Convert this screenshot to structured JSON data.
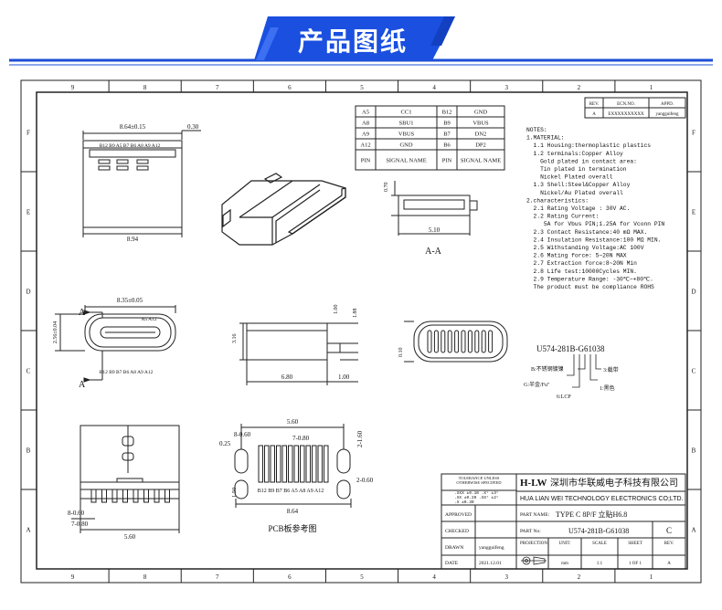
{
  "banner": {
    "title": "产品图纸"
  },
  "border": {
    "columns": [
      "9",
      "8",
      "7",
      "6",
      "5",
      "4",
      "3",
      "2",
      "1"
    ],
    "rows": [
      "F",
      "E",
      "D",
      "C",
      "B",
      "A"
    ]
  },
  "revision": {
    "headers": [
      "REV.",
      "ECN.NO.",
      "APPD."
    ],
    "row": [
      "A",
      "EXXXXXXXXXX",
      "yangguifeng"
    ]
  },
  "pin_table": {
    "rows": [
      [
        "A5",
        "CC1",
        "B12",
        "GND"
      ],
      [
        "A8",
        "SBU1",
        "B9",
        "VBUS"
      ],
      [
        "A9",
        "VBUS",
        "B7",
        "DN2"
      ],
      [
        "A12",
        "GND",
        "B6",
        "DP2"
      ],
      [
        "PIN",
        "SIGNAL NAME",
        "PIN",
        "SIGNAL NAME"
      ]
    ]
  },
  "notes": [
    "NOTES:",
    "1.MATERIAL:",
    "  1.1 Housing:thermoplastic plastics",
    "  1.2 terminals:Copper Alloy",
    "    Gold plated in contact area:",
    "    Tin plated in termination",
    "    Nickel Plated overall",
    "  1.3 Shell:Steel&Copper Alloy",
    "    Nickel/Au Plated overall",
    "2.characteristics:",
    "  2.1 Rating Voltage : 30V AC.",
    "  2.2 Rating Current:",
    "     5A for Vbus PIN;1.25A for Vconn PIN",
    "  2.3 Contact Resistance:40 mΩ MAX.",
    "  2.4 Insulation Resistance:100 MΩ MIN.",
    "  2.5 Withstanding Voltage:AC 100V",
    "  2.6 Mating force: 5~20N MAX",
    "  2.7 Extraction force:8~20N Min",
    "  2.8 Life test:10000Cycles MIN.",
    "  2.9 Temperature Range: -30℃~+80℃.",
    "  The product must be compliance ROHS"
  ],
  "part_code": {
    "code": "U574-281B-G61038",
    "callouts": [
      "B:不锈钢镀镍",
      "G:半金/Fu\"",
      "6:LCP",
      "1:黑色",
      "3:载带"
    ]
  },
  "dims": {
    "top_width": "8.64±0.15",
    "top_thk": "0.30",
    "top_pins": "B12 B9 A5 B7 B6 A8 A9 A12",
    "top_bottom": "8.94",
    "front_width": "8.35±0.05",
    "front_height": "2.56±0.04",
    "front_pins": "B12 B9 B7 B6 A8 A9 A12",
    "front_top_pins": "A5 A12",
    "sec_a": "A",
    "sec_height": "0.70",
    "sec_width": "5.10",
    "sec_label": "A-A",
    "side_h": "3.16",
    "side_1": "1.00",
    "side_2": "1.88",
    "side_len": "6.80",
    "side_3": "1.00",
    "end_h": "0.10",
    "pcb_560": "5.60",
    "pcb_860": "8-0.60",
    "pcb_710": "7-0.80",
    "pcb_025": "0.25",
    "pcb_160a": "2-1.60",
    "pcb_150": "1.50",
    "pcb_060": "2-0.60",
    "pcb_pins": "B12 B9 B7 B6 A5 A8 A9 A12",
    "pcb_864": "8.64",
    "pcb_label": "PCB板参考图",
    "bv_860": "8-0.60",
    "bv_710": "7-0.80",
    "bv_560": "5.60"
  },
  "title_block": {
    "tol_title": "TOLERANCE UNLESS",
    "tol_sub": "OTHERWISE SPECIFIED",
    "tol_rows": [
      ".XXX ±0.10   .X°  ±3°",
      ".XX  ±0.20   .XX° ±2°",
      ".X   ±0.30"
    ],
    "logo": "H-LW",
    "company_cn": "深圳市华联威电子科技有限公司",
    "company_en": "HUA LIAN WEI TECHNOLOGY ELECTRONICS CO;LTD.",
    "approved": "APPROVED",
    "checked": "CHECKED",
    "drawn": "DRAWN",
    "drawn_by": "yangguifeng",
    "date_lbl": "DATE",
    "date": "2021.12.01",
    "part_name_lbl": "PART NAME:",
    "part_name": "TYPE C 8P/F 立贴H6.8",
    "part_no_lbl": "PART No:",
    "part_no": "U574-281B-G61038",
    "rev": "C",
    "projection": "PROJECTION:",
    "unit_lbl": "UNIT:",
    "unit": "mm",
    "scale_lbl": "SCALE",
    "scale": "1:1",
    "sheet_lbl": "SHEET",
    "sheet": "1 OF 1",
    "rev_lbl": "REV.",
    "rev2": "A"
  }
}
